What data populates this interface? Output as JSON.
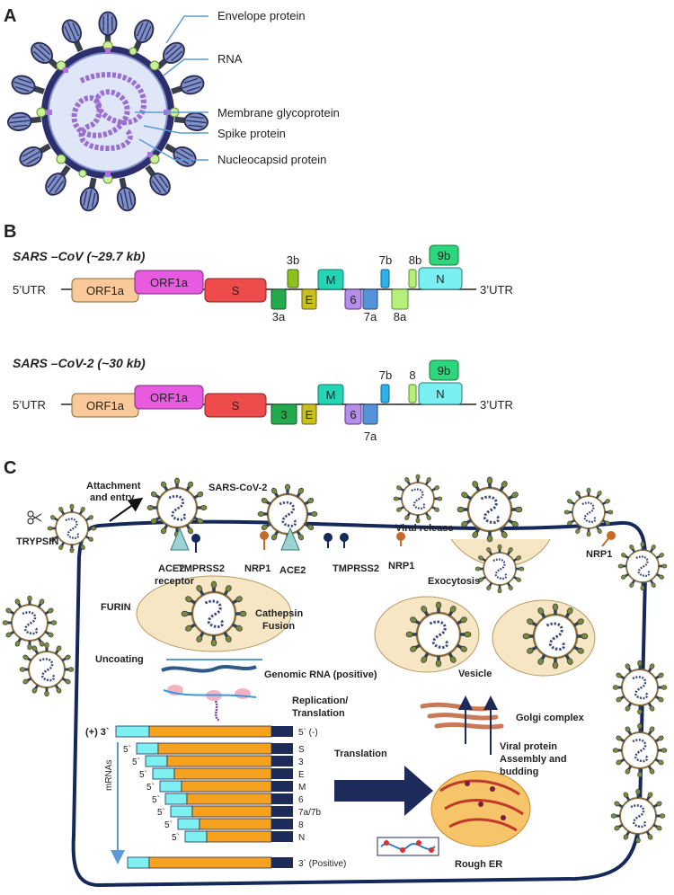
{
  "panel_a": {
    "letter": "A",
    "labels": [
      "Envelope protein",
      "RNA",
      "Membrane glycoprotein",
      "Spike protein",
      "Nucleocapsid protein"
    ]
  },
  "panel_b": {
    "letter": "B",
    "utr5": "5’UTR",
    "utr3": "3’UTR",
    "sars1": {
      "title": "SARS –CoV (~29.7 kb)",
      "genes": {
        "orf1a_1": "ORF1a",
        "orf1a_2": "ORF1a",
        "s": "S",
        "3a": "3a",
        "3b": "3b",
        "e": "E",
        "m": "M",
        "6": "6",
        "7a": "7a",
        "7b": "7b",
        "8a": "8a",
        "8b": "8b",
        "9b": "9b",
        "n": "N"
      }
    },
    "sars2": {
      "title": "SARS –CoV-2 (~30 kb)",
      "genes": {
        "orf1a_1": "ORF1a",
        "orf1a_2": "ORF1a",
        "s": "S",
        "3": "3",
        "e": "E",
        "m": "M",
        "6": "6",
        "7a": "7a",
        "7b": "7b",
        "8": "8",
        "9b": "9b",
        "n": "N"
      }
    },
    "colors": {
      "orf1a_1": "#F9C99A",
      "orf1a_2": "#E85BE0",
      "s": "#EE4B4B",
      "3": "#22AA4C",
      "3b": "#8DBF1E",
      "e": "#C9C01E",
      "m": "#22D6B4",
      "6": "#B48EE8",
      "7a": "#5592D8",
      "7b": "#29B3EE",
      "8": "#B5F07A",
      "9b": "#2DD67C",
      "n": "#7AEFF2"
    }
  },
  "panel_c": {
    "letter": "C",
    "attachment": [
      "Attachment",
      "and entry"
    ],
    "sars_cov2": "SARS-CoV-2",
    "trypsin": "TRYPSIN",
    "ace2_receptor": [
      "ACE2",
      "receptor"
    ],
    "tmprss2_1": "TMPRSS2",
    "nrp1_1": "NRP1",
    "ace2": "ACE2",
    "tmprss2_2": "TMPRSS2",
    "nrp1_2": "NRP1",
    "viral_release": "Viral release",
    "exocytosis": "Exocytosis",
    "nrp1_3": "NRP1",
    "furin": "FURIN",
    "cathepsin": [
      "Cathepsin",
      "Fusion"
    ],
    "uncoating": "Uncoating",
    "genomic_rna": "Genomic RNA (positive)",
    "replication": [
      "Replication/",
      "Translation"
    ],
    "vesicle": "Vesicle",
    "golgi": "Golgi complex",
    "viral_protein": [
      "Viral protein",
      "Assembly and",
      "budding"
    ],
    "translation": "Translation",
    "rough_er": "Rough ER",
    "mrnas": "mRNAs",
    "neg_left": "(+) 3`",
    "neg_right": "5` (-)",
    "pos_right": "3` (Positive)",
    "mrna_labels": [
      "S",
      "3",
      "E",
      "M",
      "6",
      "7a/7b",
      "8",
      "N"
    ],
    "five_prime": "5`"
  }
}
